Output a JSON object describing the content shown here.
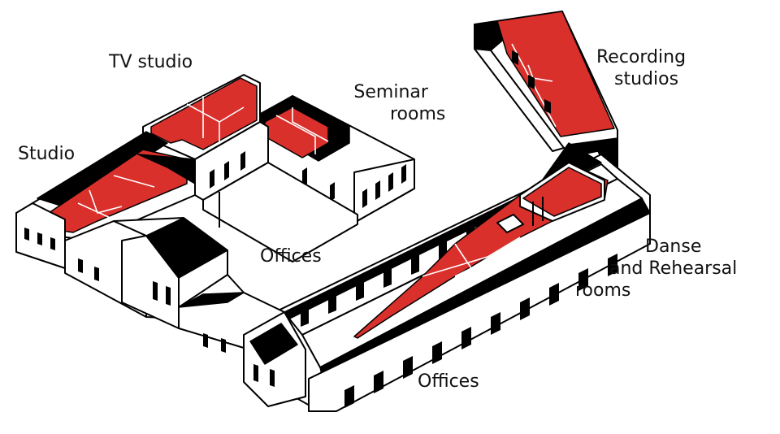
{
  "colors": {
    "highlight": "#d9302c",
    "ink": "#000000",
    "paper": "#ffffff"
  },
  "labels": {
    "tv_studio": "TV studio",
    "studio": "Studio",
    "seminar_line1": "Seminar",
    "seminar_line2": "rooms",
    "recording_line1": "Recording",
    "recording_line2": "studios",
    "offices_center": "Offices",
    "danse_line1": "Danse",
    "danse_line2": "and Rehearsal",
    "danse_line3": "rooms",
    "offices_bottom": "Offices"
  }
}
